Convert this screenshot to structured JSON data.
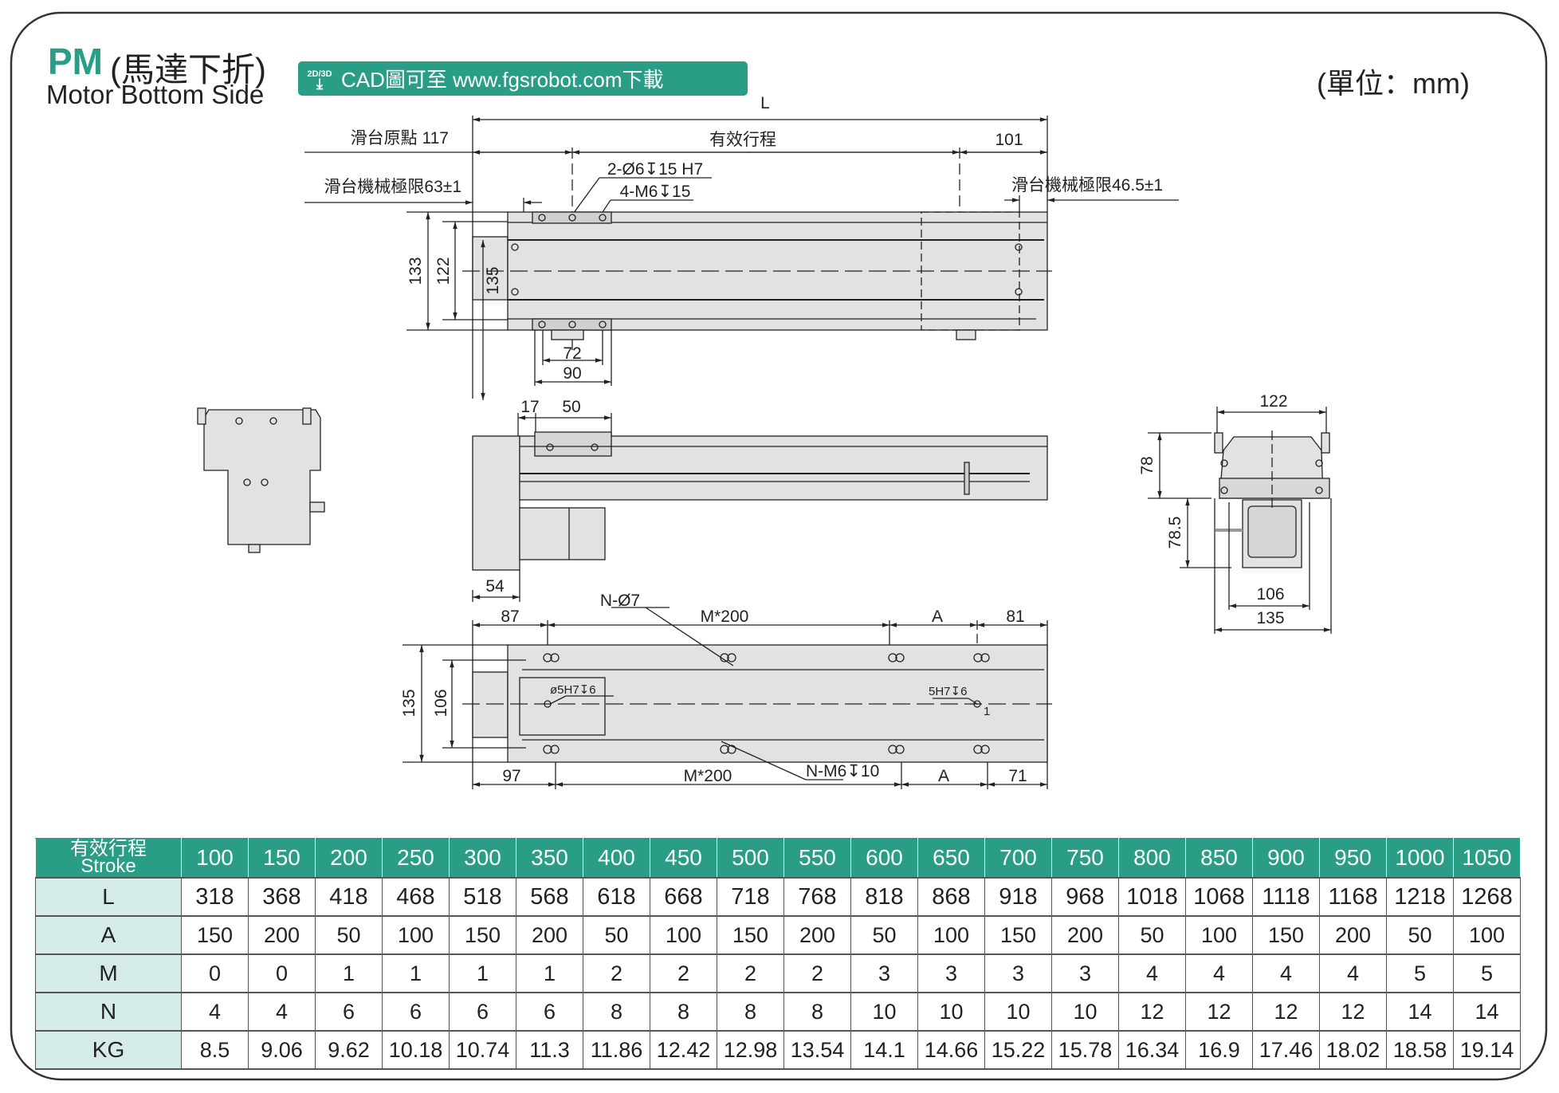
{
  "header": {
    "model": "PM",
    "model_cn": "(馬達下折)",
    "subtitle": "Motor Bottom Side",
    "banner_badge": "2D/3D",
    "banner_text": "CAD圖可至 www.fgsrobot.com下載",
    "unit": "(單位：mm)"
  },
  "colors": {
    "accent": "#2a9d86",
    "row_label_bg": "#d4ebe8",
    "part_fill": "#e2e2e2"
  },
  "drawing": {
    "L": "L",
    "origin": "滑台原點 117",
    "stroke": "有效行程",
    "d101": "101",
    "pin": "2-Ø6↧15 H7",
    "tap": "4-M6↧15",
    "limit_left": "滑台機械極限63±1",
    "limit_right": "滑台機械極限46.5±1",
    "d133": "133",
    "d122": "122",
    "d135a": "135",
    "d72": "72",
    "d90": "90",
    "d17": "17",
    "d50": "50",
    "d54": "54",
    "nhole": "N-Ø7",
    "d87": "87",
    "m200a": "M*200",
    "Aa": "A",
    "d81": "81",
    "d135b": "135",
    "d106a": "106",
    "pin5a": "ø5H7↧6",
    "pin5b": "5H7↧6",
    "d1": "1",
    "d97": "97",
    "m200b": "M*200",
    "ntap": "N-M6↧10",
    "Ab": "A",
    "d71": "71",
    "e122": "122",
    "e78": "78",
    "e785": "78.5",
    "e106": "106",
    "e135": "135"
  },
  "table": {
    "header_label": "有效行程",
    "header_label_en": "Stroke",
    "strokes": [
      "100",
      "150",
      "200",
      "250",
      "300",
      "350",
      "400",
      "450",
      "500",
      "550",
      "600",
      "650",
      "700",
      "750",
      "800",
      "850",
      "900",
      "950",
      "1000",
      "1050"
    ],
    "rows": [
      {
        "label": "L",
        "values": [
          "318",
          "368",
          "418",
          "468",
          "518",
          "568",
          "618",
          "668",
          "718",
          "768",
          "818",
          "868",
          "918",
          "968",
          "1018",
          "1068",
          "1118",
          "1168",
          "1218",
          "1268"
        ]
      },
      {
        "label": "A",
        "values": [
          "150",
          "200",
          "50",
          "100",
          "150",
          "200",
          "50",
          "100",
          "150",
          "200",
          "50",
          "100",
          "150",
          "200",
          "50",
          "100",
          "150",
          "200",
          "50",
          "100"
        ]
      },
      {
        "label": "M",
        "values": [
          "0",
          "0",
          "1",
          "1",
          "1",
          "1",
          "2",
          "2",
          "2",
          "2",
          "3",
          "3",
          "3",
          "3",
          "4",
          "4",
          "4",
          "4",
          "5",
          "5"
        ]
      },
      {
        "label": "N",
        "values": [
          "4",
          "4",
          "6",
          "6",
          "6",
          "6",
          "8",
          "8",
          "8",
          "8",
          "10",
          "10",
          "10",
          "10",
          "12",
          "12",
          "12",
          "12",
          "14",
          "14"
        ]
      },
      {
        "label": "KG",
        "values": [
          "8.5",
          "9.06",
          "9.62",
          "10.18",
          "10.74",
          "11.3",
          "11.86",
          "12.42",
          "12.98",
          "13.54",
          "14.1",
          "14.66",
          "15.22",
          "15.78",
          "16.34",
          "16.9",
          "17.46",
          "18.02",
          "18.58",
          "19.14"
        ]
      }
    ]
  }
}
